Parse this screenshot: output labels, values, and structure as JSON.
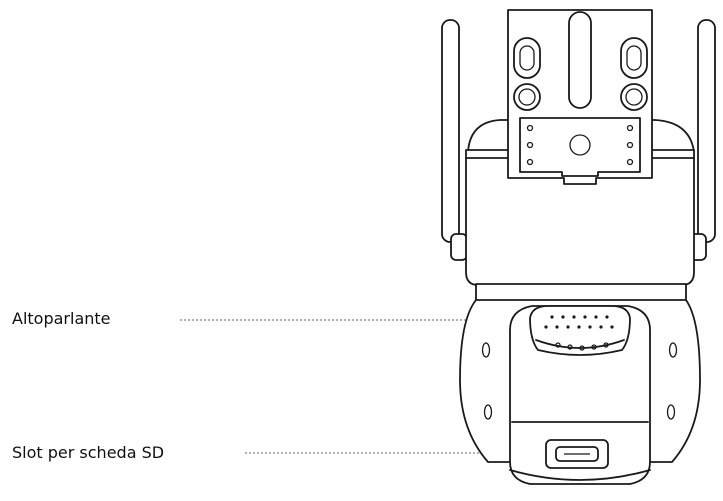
{
  "callouts": [
    {
      "id": "speaker",
      "label": "Altoparlante"
    },
    {
      "id": "sd_slot",
      "label": "Slot per scheda SD"
    }
  ],
  "colors": {
    "line": "#1a1a1a",
    "leader": "#666666",
    "background": "#ffffff"
  }
}
